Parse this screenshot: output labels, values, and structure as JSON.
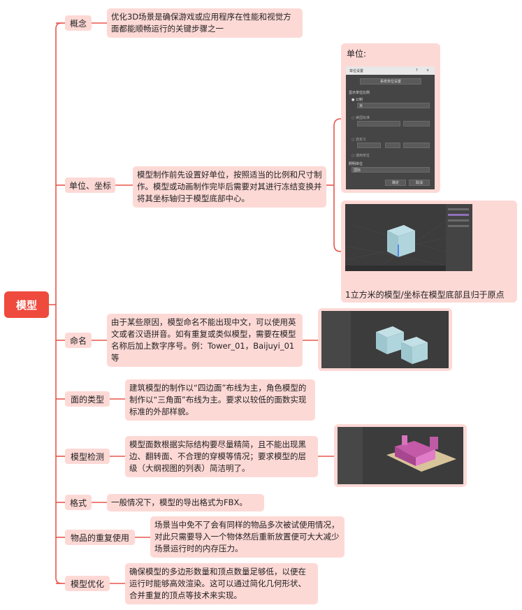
{
  "root": {
    "label": "模型"
  },
  "colors": {
    "line": "#e8574c",
    "root": "#ef4a3e",
    "node": "#fdd9d6"
  },
  "branches": [
    {
      "label": "概念",
      "desc": "优化3D场景是确保游戏或应用程序在性能和视觉方面都能顺畅运行的关键步骤之一"
    },
    {
      "label": "单位、坐标",
      "desc": "模型制作前先设置好单位，按照适当的比例和尺寸制作。模型或动画制作完毕后需要对其进行冻结变换并将其坐标轴归于模型底部中心。"
    },
    {
      "label": "命名",
      "desc": "由于某些原因，模型命名不能出现中文，可以使用英文或者汉语拼音。如有重复或类似模型，需要在模型名称后加上数字序号。例：Tower_01，Baijuyi_01等"
    },
    {
      "label": "面的类型",
      "desc": "建筑模型的制作以“四边面”布线为主，角色模型的制作以“三角面”布线为主。要求以较低的面数实现标准的外部样貌。"
    },
    {
      "label": "模型检测",
      "desc": "模型面数根据实际结构要尽量精简，且不能出现黑边、翻转面、不合理的穿模等情况；要求模型的层级（大纲视图的列表）简洁明了。"
    },
    {
      "label": "格式",
      "desc": "一般情况下，模型的导出格式为FBX。"
    },
    {
      "label": "物品的重复使用",
      "desc": "场景当中免不了会有同样的物品多次被试使用情况，对此只需要导入一个物体然后重新放置便可大大减少场景运行时的内存压力。"
    },
    {
      "label": "模型优化",
      "desc": "确保模型的多边形数量和顶点数量足够低，以便在运行时能够高效渲染。这可以通过简化几何形状、合并重复的顶点等技术来实现。"
    }
  ],
  "images": {
    "units_title": "单位:",
    "units_caption": "1立方米的模型/坐标在模型底部且归于原点",
    "dialog": {
      "title": "单位设置",
      "help": "?",
      "close": "×",
      "system_button": "系统单位设置",
      "group": "显示单位比例",
      "metric": "公制",
      "metric_value": "米",
      "us": "美国标准",
      "custom": "自定义",
      "generic": "通用单位",
      "lighting": "照明单位",
      "lighting_value": "国际",
      "ok": "确定",
      "cancel": "取消"
    }
  }
}
